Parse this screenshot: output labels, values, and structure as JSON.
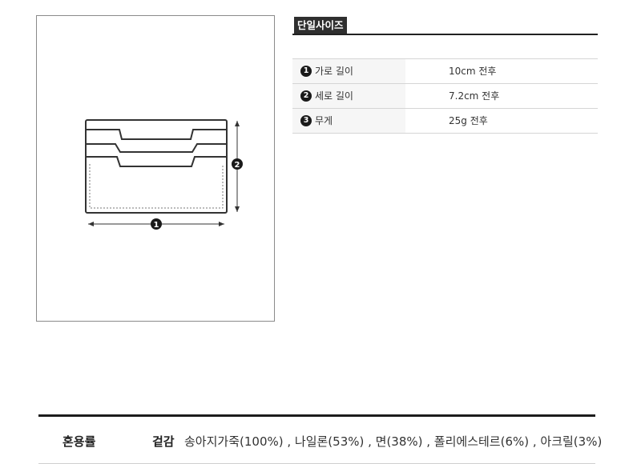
{
  "diagram": {
    "markers": [
      {
        "number": "1",
        "meaning": "width"
      },
      {
        "number": "2",
        "meaning": "height"
      }
    ]
  },
  "size": {
    "tab_label": "단일사이즈",
    "rows": [
      {
        "number": "1",
        "label": "가로 길이",
        "value": "10cm 전후"
      },
      {
        "number": "2",
        "label": "세로 길이",
        "value": "7.2cm 전후"
      },
      {
        "number": "3",
        "label": "무게",
        "value": "25g 전후"
      }
    ]
  },
  "material": {
    "heading": "혼용률",
    "part": "겉감",
    "detail": "송아지가죽(100%) , 나일론(53%) , 면(38%) , 폴리에스테르(6%) , 아크릴(3%)"
  },
  "colors": {
    "ink": "#222222",
    "tab_background": "#2f2f2f",
    "row_label_background": "#f6f6f6",
    "divider": "#d5d5d5"
  }
}
